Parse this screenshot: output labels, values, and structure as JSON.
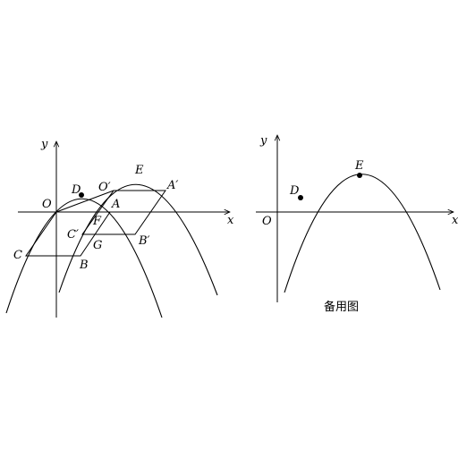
{
  "left_figure": {
    "labels": {
      "y": "y",
      "x": "x",
      "O": "O",
      "D": "D",
      "O_prime": "O′",
      "E": "E",
      "A_prime": "A′",
      "A": "A",
      "F": "F",
      "C_prime": "C′",
      "G": "G",
      "B_prime": "B′",
      "C": "C",
      "B": "B"
    }
  },
  "right_figure": {
    "labels": {
      "y": "y",
      "x": "x",
      "O": "O",
      "D": "D",
      "E": "E"
    },
    "caption": "备用图"
  }
}
